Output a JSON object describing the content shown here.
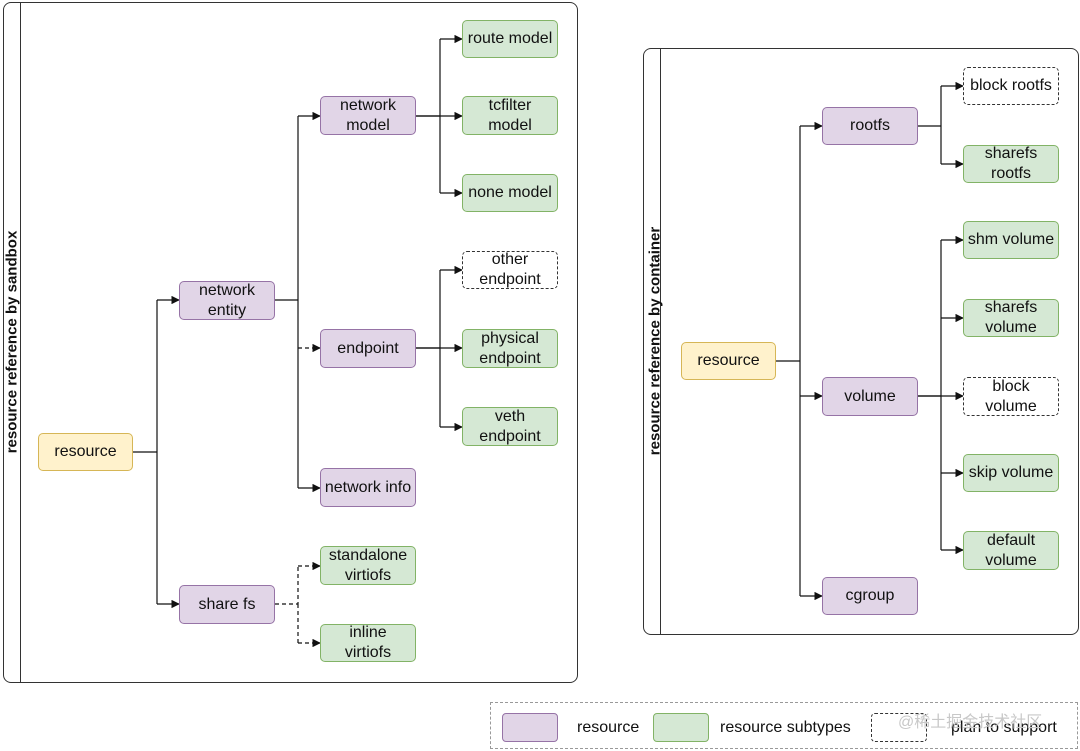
{
  "left_panel": {
    "title": "resource reference by sandbox",
    "nodes": {
      "resource": "resource",
      "network_entity": "network\nentity",
      "share_fs": "share fs",
      "network_model": "network\nmodel",
      "endpoint": "endpoint",
      "network_info": "network info",
      "route_model": "route model",
      "tcfilter_model": "tcfilter\nmodel",
      "none_model": "none model",
      "other_endpoint": "other\nendpoint",
      "physical_endpoint": "physical\nendpoint",
      "veth_endpoint": "veth\nendpoint",
      "standalone_virtiofs": "standalone\nvirtiofs",
      "inline_virtiofs": "inline\nvirtiofs"
    }
  },
  "right_panel": {
    "title": "resource reference by container",
    "nodes": {
      "resource": "resource",
      "rootfs": "rootfs",
      "volume": "volume",
      "cgroup": "cgroup",
      "block_rootfs": "block rootfs",
      "sharefs_rootfs": "sharefs\nrootfs",
      "shm_volume": "shm volume",
      "sharefs_volume": "sharefs\nvolume",
      "block_volume": "block\nvolume",
      "skip_volume": "skip volume",
      "default_volume": "default\nvolume"
    }
  },
  "legend": {
    "resource": "resource",
    "resource_subtypes": "resource subtypes",
    "plan_to_support": "plan to support"
  },
  "watermark": "@稀土掘金技术社区",
  "colors": {
    "resource_fill": "#fff2cc",
    "resource_stroke": "#d6b656",
    "resource_type_fill": "#e1d5e7",
    "resource_type_stroke": "#9673a6",
    "subtype_fill": "#d5e8d4",
    "subtype_stroke": "#82b366"
  }
}
